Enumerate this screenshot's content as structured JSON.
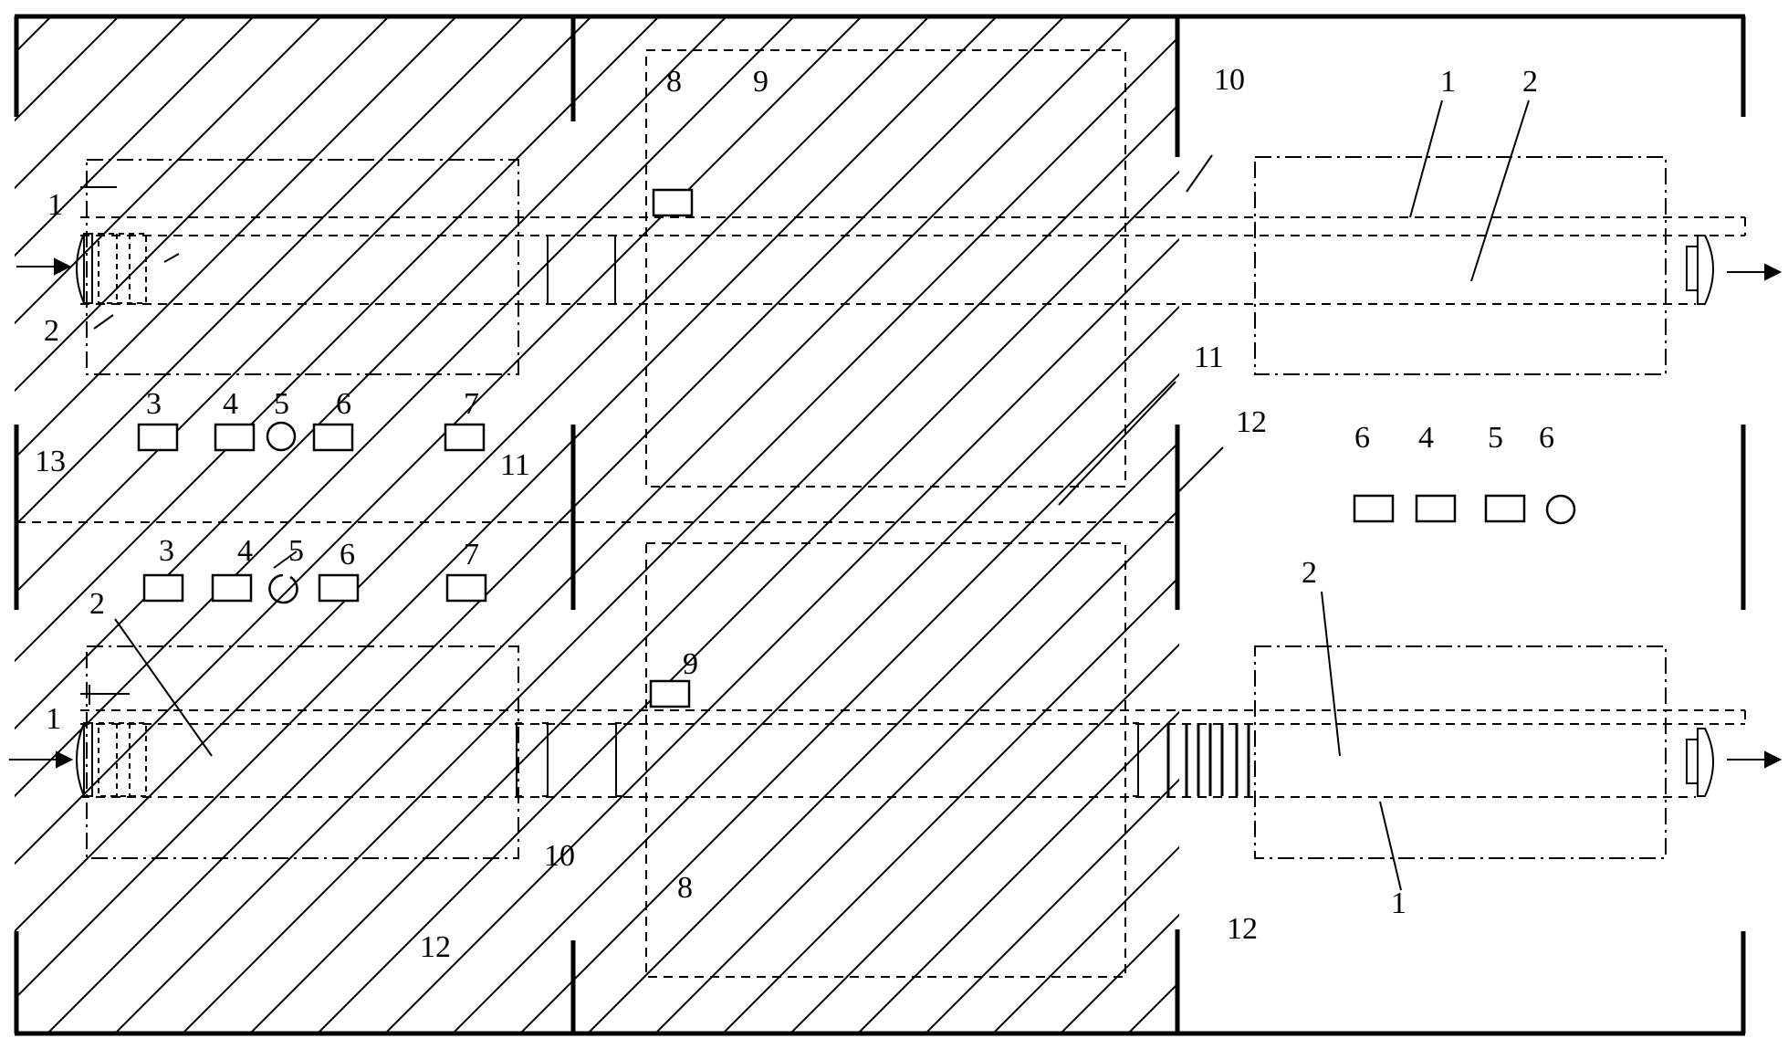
{
  "figure": {
    "colors": {
      "ink": "#000000",
      "paper": "#ffffff"
    },
    "labels": [
      {
        "id": "top-left-1",
        "text": "1"
      },
      {
        "id": "top-left-2",
        "text": "2"
      },
      {
        "id": "top-8",
        "text": "8"
      },
      {
        "id": "top-9",
        "text": "9"
      },
      {
        "id": "top-10",
        "text": "10"
      },
      {
        "id": "top-right-1",
        "text": "1"
      },
      {
        "id": "top-right-2",
        "text": "2"
      },
      {
        "id": "top-3",
        "text": "3"
      },
      {
        "id": "top-4",
        "text": "4"
      },
      {
        "id": "top-5",
        "text": "5"
      },
      {
        "id": "top-6",
        "text": "6"
      },
      {
        "id": "top-7",
        "text": "7"
      },
      {
        "id": "left-13",
        "text": "13"
      },
      {
        "id": "mid-11",
        "text": "11"
      },
      {
        "id": "right-11",
        "text": "11"
      },
      {
        "id": "right-12-top",
        "text": "12"
      },
      {
        "id": "right-6a",
        "text": "6"
      },
      {
        "id": "right-4",
        "text": "4"
      },
      {
        "id": "right-5",
        "text": "5"
      },
      {
        "id": "right-6b",
        "text": "6"
      },
      {
        "id": "bot-3",
        "text": "3"
      },
      {
        "id": "bot-4",
        "text": "4"
      },
      {
        "id": "bot-5",
        "text": "5"
      },
      {
        "id": "bot-6",
        "text": "6"
      },
      {
        "id": "bot-7",
        "text": "7"
      },
      {
        "id": "bot-left-2",
        "text": "2"
      },
      {
        "id": "bot-9",
        "text": "9"
      },
      {
        "id": "bot-right-2",
        "text": "2"
      },
      {
        "id": "bot-left-1",
        "text": "1"
      },
      {
        "id": "bot-10",
        "text": "10"
      },
      {
        "id": "bot-8",
        "text": "8"
      },
      {
        "id": "bot-right-1",
        "text": "1"
      },
      {
        "id": "bot-12-left",
        "text": "12"
      },
      {
        "id": "bot-12-right",
        "text": "12"
      }
    ]
  }
}
